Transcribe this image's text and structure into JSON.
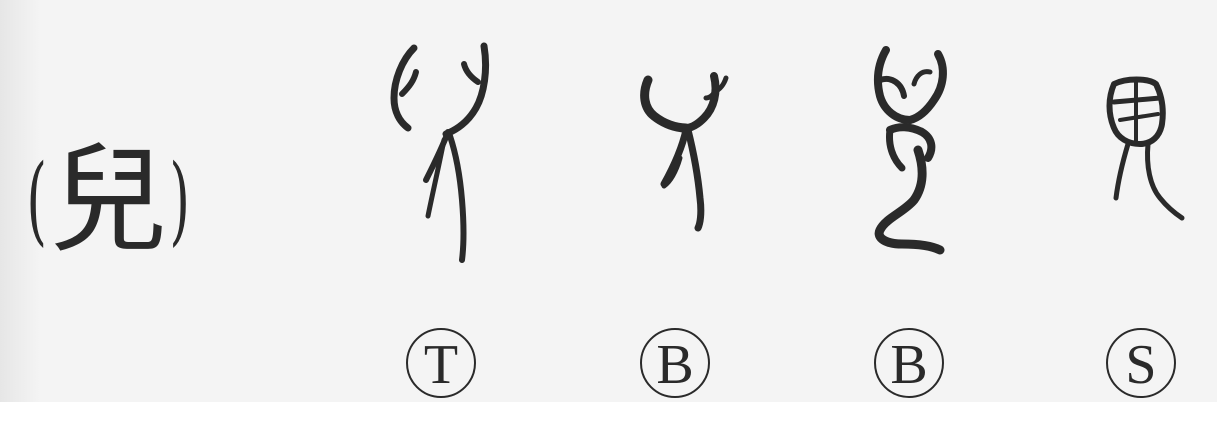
{
  "headword": {
    "open_paren": "(",
    "character": "兒",
    "close_paren": ")"
  },
  "forms": [
    {
      "source_letter": "T",
      "icon": "ancient-script-form-1"
    },
    {
      "source_letter": "B",
      "icon": "ancient-script-form-2"
    },
    {
      "source_letter": "B",
      "icon": "ancient-script-form-3"
    },
    {
      "source_letter": "S",
      "icon": "ancient-script-form-4"
    }
  ],
  "colors": {
    "ink": "#2a2a2a",
    "paper": "#f4f4f4"
  }
}
